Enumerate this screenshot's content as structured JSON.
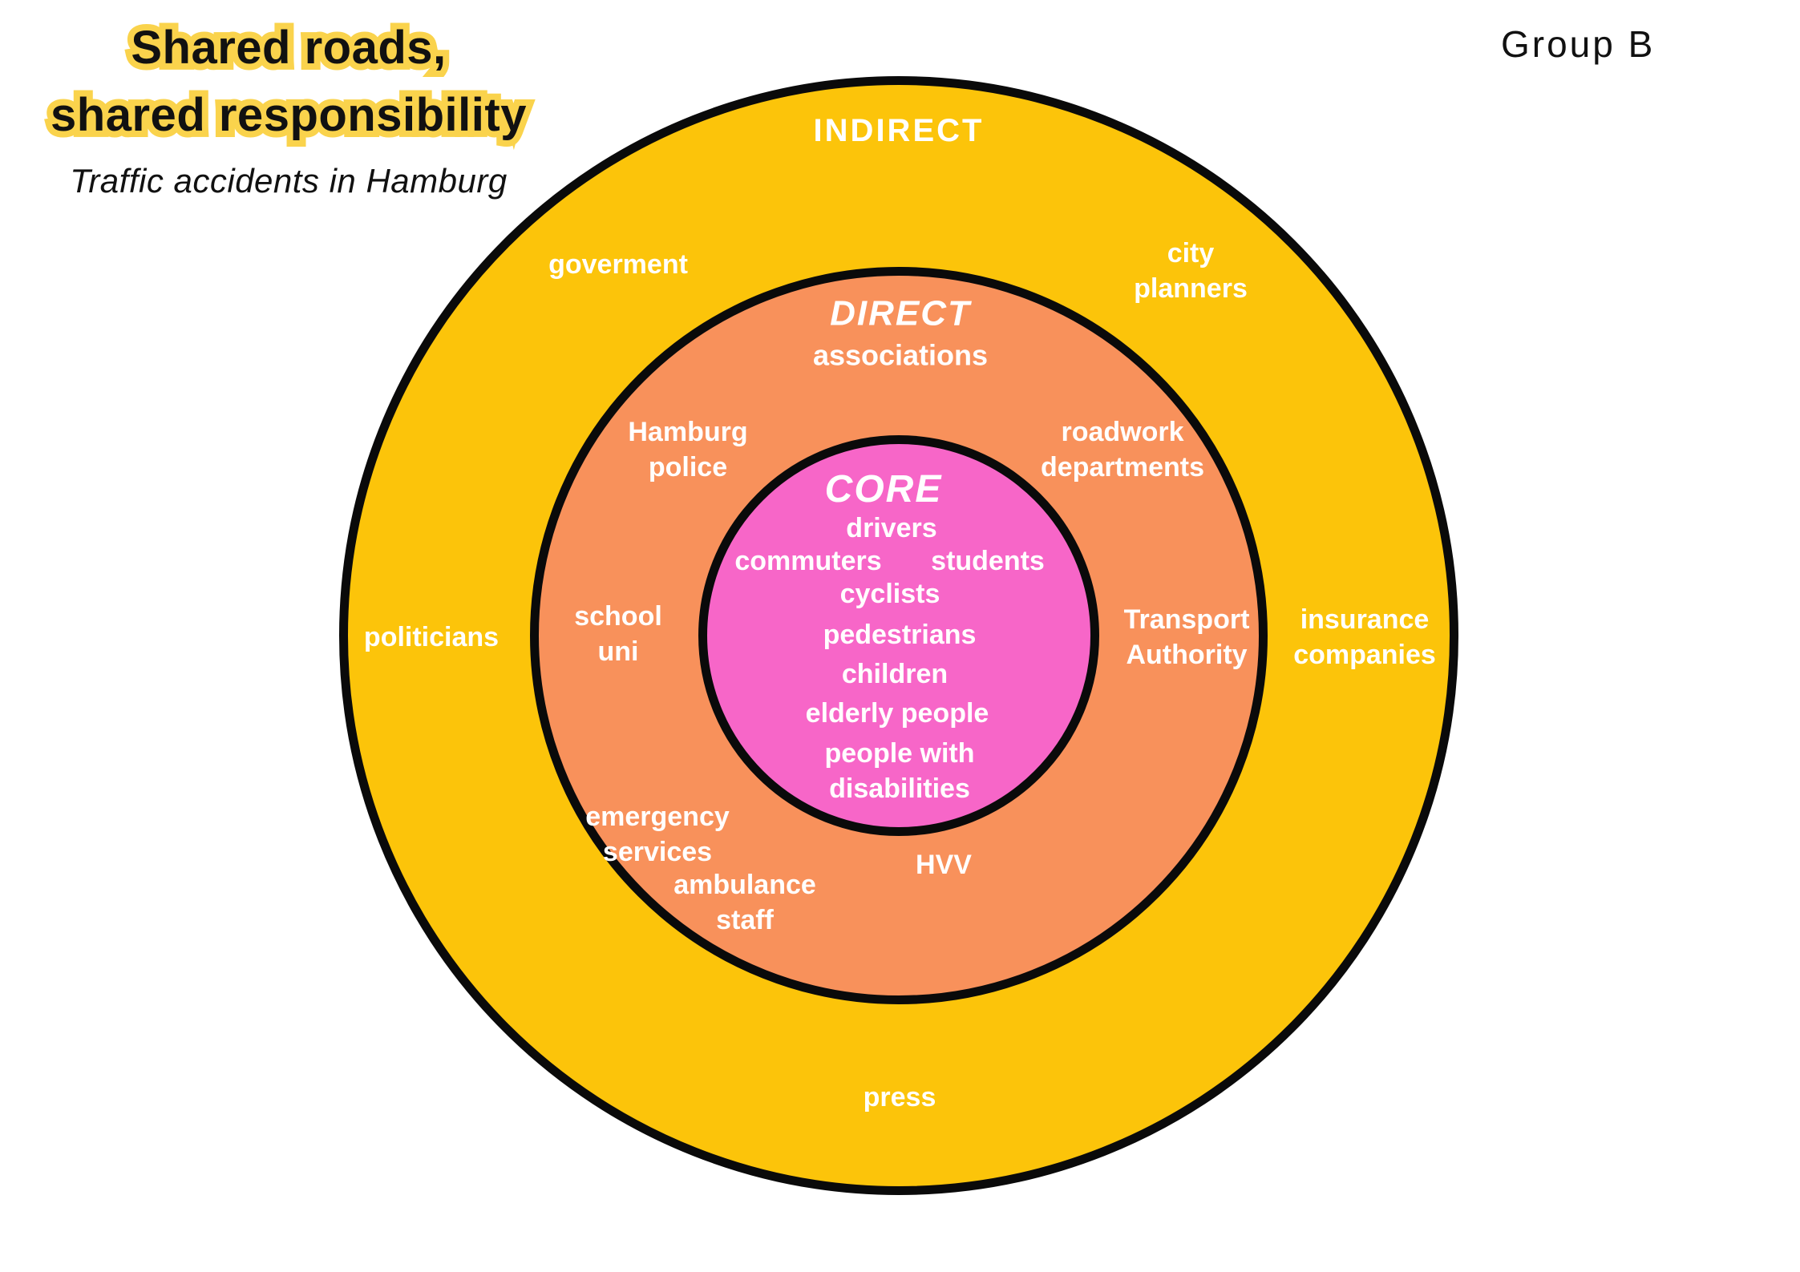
{
  "group_label": "Group B",
  "title": {
    "line1": "Shared roads,",
    "line2": "shared responsibility",
    "subtitle": "Traffic accidents in Hamburg"
  },
  "colors": {
    "yellow": "#FCC40A",
    "orange": "#F8915B",
    "pink": "#F766C8",
    "stroke": "#0A0A0A",
    "highlight": "#FAD34C",
    "label_text": "#FFFFFF"
  },
  "rings": {
    "indirect": {
      "label": "INDIRECT",
      "items": [
        "goverment",
        "city\nplanners",
        "politicians",
        "insurance\ncompanies",
        "press"
      ]
    },
    "direct": {
      "label": "DIRECT",
      "sublabel": "associations",
      "items": [
        "Hamburg\npolice",
        "roadwork\ndepartments",
        "school\nuni",
        "Transport\nAuthority",
        "emergency\nservices",
        "ambulance\nstaff",
        "HVV"
      ]
    },
    "core": {
      "label": "CORE",
      "items": [
        "drivers",
        "commuters",
        "students",
        "cyclists",
        "pedestrians",
        "children",
        "elderly people",
        "people with\ndisabilities"
      ]
    }
  }
}
